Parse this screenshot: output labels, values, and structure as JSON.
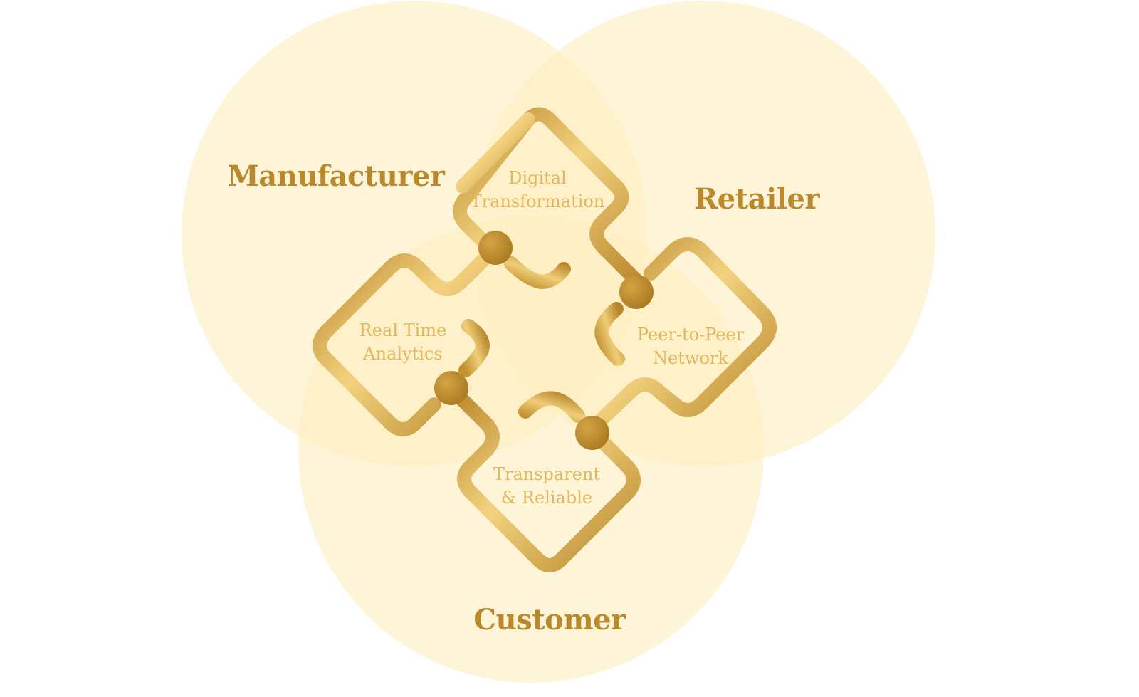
{
  "colors": {
    "circle_fill": "#fdefbf",
    "label_gold": "#b88a2c",
    "tile_text": "#e2b65a",
    "gold_dark": "#b8862a",
    "gold_mid": "#d9a844",
    "gold_light": "#f3d27f",
    "background": "#ffffff"
  },
  "circles": {
    "manufacturer": {
      "label": "Manufacturer"
    },
    "retailer": {
      "label": "Retailer"
    },
    "customer": {
      "label": "Customer"
    }
  },
  "tiles": {
    "digital": {
      "line1": "Digital",
      "line2": "Transformation"
    },
    "analytics": {
      "line1": "Real Time",
      "line2": "Analytics"
    },
    "p2p": {
      "line1": "Peer-to-Peer",
      "line2": "Network"
    },
    "transparent": {
      "line1": "Transparent",
      "line2": "& Reliable"
    }
  }
}
